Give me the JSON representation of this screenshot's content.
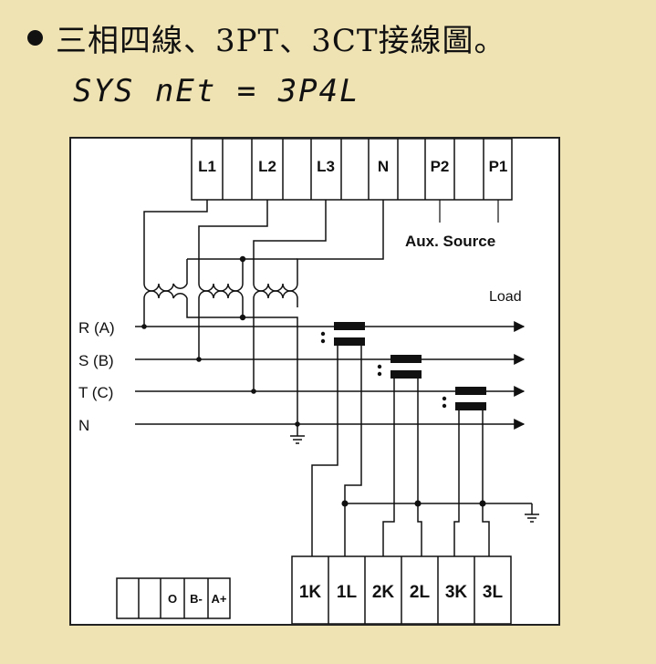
{
  "title": "三相四線、3PT、3CT接線圖。",
  "setting": "SYS nEt = 3P4L",
  "top_terminals": [
    "L1",
    "L2",
    "L3",
    "N",
    "P2",
    "P1"
  ],
  "aux_source_label": "Aux. Source",
  "load_label": "Load",
  "lines": [
    "R (A)",
    "S (B)",
    "T (C)",
    "N"
  ],
  "ct_terminals": [
    "1K",
    "1L",
    "2K",
    "2L",
    "3K",
    "3L"
  ],
  "comm_terminals": [
    "O",
    "B-",
    "A+"
  ]
}
